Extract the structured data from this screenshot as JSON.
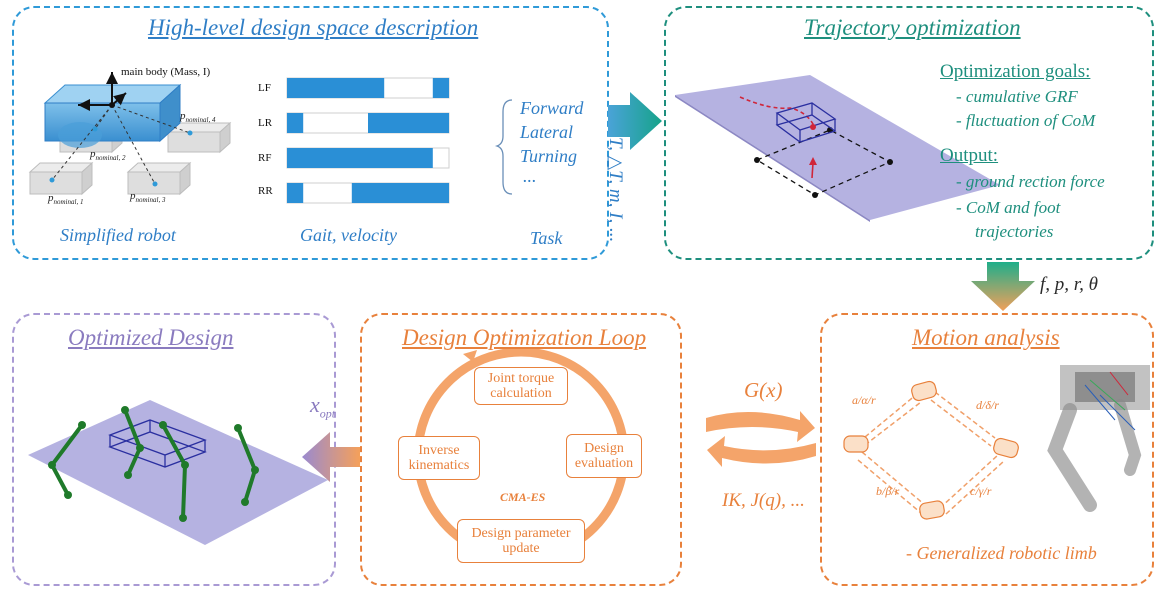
{
  "colors": {
    "blue": "#2f7ec6",
    "teal": "#1e8f7e",
    "orange": "#e8813c",
    "purple": "#8a7bbf",
    "gait_bar": "#2a8fd6",
    "leg_green": "#1f7a2a"
  },
  "design_space": {
    "title": "High-level design space description",
    "robot_label": "main body (Mass, I)",
    "foot_labels": [
      {
        "base": "p",
        "sub": "nominal, 1"
      },
      {
        "base": "p",
        "sub": "nominal, 2"
      },
      {
        "base": "p",
        "sub": "nominal, 3"
      },
      {
        "base": "p",
        "sub": "nominal, 4"
      }
    ],
    "caption_robot": "Simplified robot",
    "caption_gait": "Gait, velocity",
    "caption_task": "Task",
    "gait_legs": [
      "LF",
      "LR",
      "RF",
      "RR"
    ],
    "gait_pattern": [
      [
        {
          "s": 0.0,
          "e": 0.6
        },
        {
          "s": 0.9,
          "e": 1.0
        }
      ],
      [
        {
          "s": 0.0,
          "e": 0.1
        },
        {
          "s": 0.5,
          "e": 1.0
        }
      ],
      [
        {
          "s": 0.0,
          "e": 0.9
        }
      ],
      [
        {
          "s": 0.0,
          "e": 0.1
        },
        {
          "s": 0.4,
          "e": 1.0
        }
      ]
    ],
    "tasks": [
      "Forward",
      "Lateral",
      "Turning",
      "..."
    ]
  },
  "arrow_params": "T, △T, m, I, ...",
  "trajectory": {
    "title": "Trajectory optimization",
    "goals_heading": "Optimization goals:",
    "goals": [
      "- cumulative GRF",
      "- fluctuation of CoM"
    ],
    "output_heading": "Output:",
    "outputs": [
      "- ground rection force",
      "- CoM  and foot",
      "trajectories"
    ]
  },
  "arrow_fprt": "f, p, r, θ",
  "optimized_design": {
    "title": "Optimized Design"
  },
  "x_opt": {
    "base": "x",
    "sub": "opt"
  },
  "loop": {
    "title": "Design Optimization Loop",
    "nodes": {
      "torque": "Joint torque calculation",
      "evaluation": "Design evaluation",
      "update": "Design parameter update",
      "ik": "Inverse kinematics"
    },
    "center_label": "CMA-ES"
  },
  "exchange": {
    "top_label": "G(x)",
    "bottom_label": "IK, J(q), ..."
  },
  "motion": {
    "title": "Motion analysis",
    "link_labels": [
      "a/α/r",
      "d/δ/r",
      "b/β/r",
      "c/γ/r"
    ],
    "caption": "- Generalized robotic limb"
  }
}
